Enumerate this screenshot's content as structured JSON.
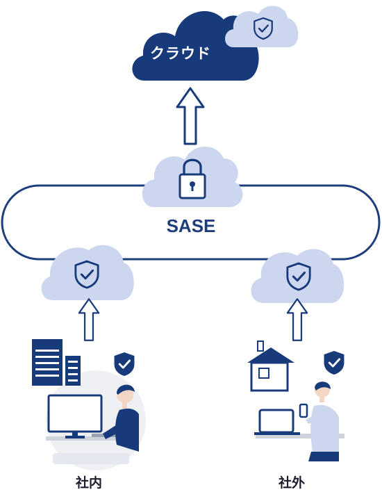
{
  "nodes": {
    "cloud": "クラウド",
    "sase": "SASE",
    "office": "社内",
    "remote": "社外"
  },
  "colors": {
    "navy": "#173a7a",
    "light_blue": "#cdd6ef",
    "outline": "#1d3d7d"
  }
}
